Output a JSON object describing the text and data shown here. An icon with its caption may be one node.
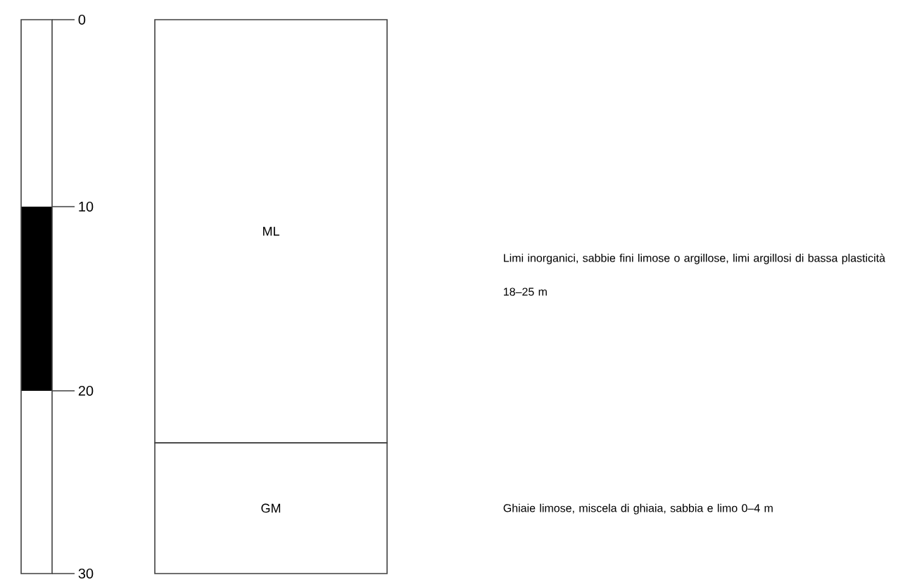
{
  "diagram": {
    "nodes": [
      {
        "text": [
          "ML"
        ]
      },
      {
        "text": [
          "GM"
        ]
      }
    ],
    "labels": [
      "0",
      "10",
      "Limi inorganici, sabbie fini limose o argillose, limi argillosi di bassa plasticità 18–25 m",
      "20",
      "Ghiaie limose, miscela di ghiaia, sabbia e limo 0–4 m",
      "30"
    ]
  }
}
